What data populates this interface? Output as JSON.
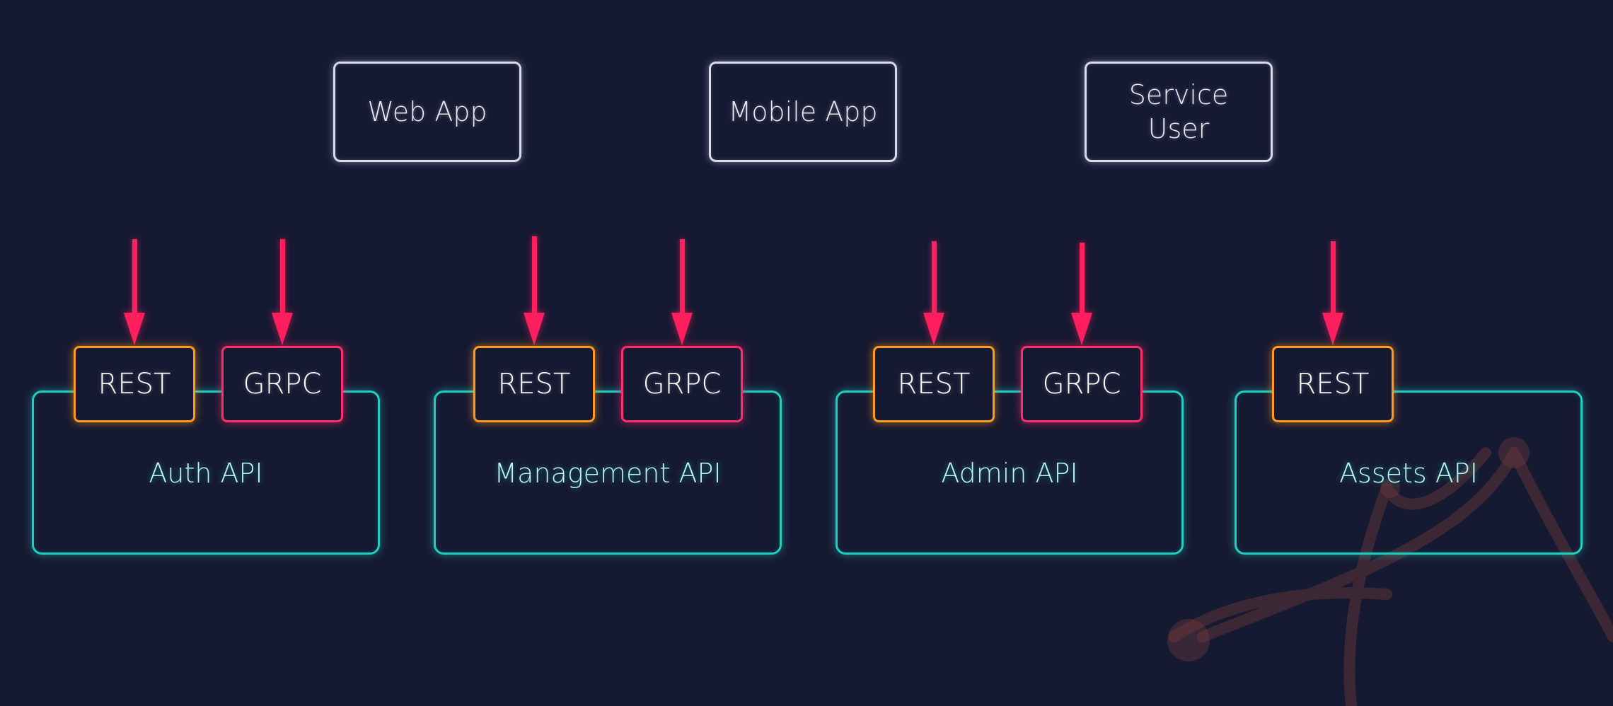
{
  "clients": [
    {
      "label": "Web App"
    },
    {
      "label": "Mobile App"
    },
    {
      "label": "Service\nUser"
    }
  ],
  "apis": [
    {
      "label": "Auth API",
      "ports": [
        "REST",
        "GRPC"
      ]
    },
    {
      "label": "Management API",
      "ports": [
        "REST",
        "GRPC"
      ]
    },
    {
      "label": "Admin API",
      "ports": [
        "REST",
        "GRPC"
      ]
    },
    {
      "label": "Assets API",
      "ports": [
        "REST"
      ]
    }
  ],
  "colors": {
    "background": "#161932",
    "client_border": "#d9dbe6",
    "api_border": "#1fcfc0",
    "rest_border": "#ff9a1f",
    "grpc_border": "#ff2d6b",
    "arrow": "#ff1f5e",
    "decoration": "#6b3a3a"
  }
}
